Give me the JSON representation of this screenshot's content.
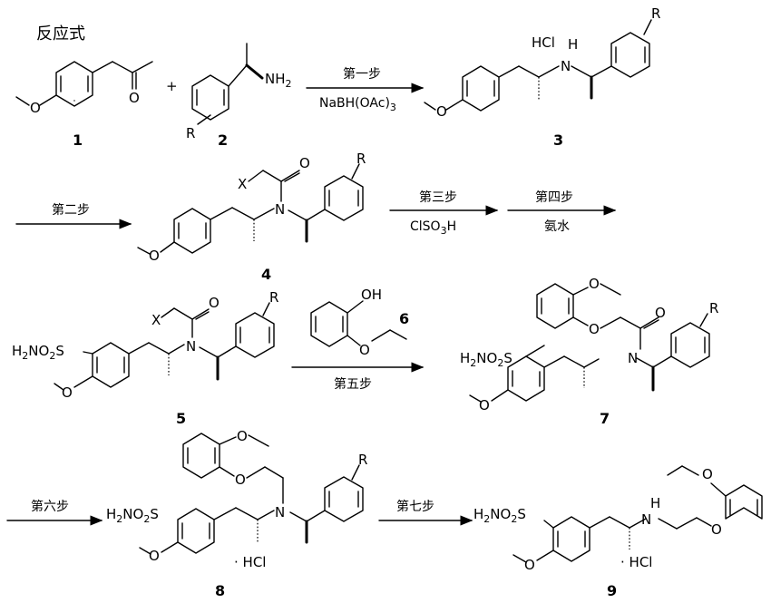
{
  "title": "反应式",
  "compounds": {
    "c1": {
      "number": "1"
    },
    "c2": {
      "number": "2",
      "label_R": "R",
      "label_NH2": "NH",
      "label_NH2_sub": "2"
    },
    "c3": {
      "number": "3",
      "label_HCl": "HCl",
      "label_NH": "H",
      "label_N": "N",
      "label_R": "R"
    },
    "c4": {
      "number": "4",
      "label_X": "X",
      "label_N": "N",
      "label_R": "R"
    },
    "c5": {
      "number": "5",
      "label_X": "X",
      "label_N": "N",
      "label_R": "R",
      "label_group": "H",
      "label_group_sub1": "2",
      "label_group_mid": "NO",
      "label_group_sub2": "2",
      "label_group_end": "S"
    },
    "c6": {
      "number": "6",
      "label_OH": "OH",
      "label_O": "O"
    },
    "c7": {
      "number": "7",
      "label_N": "N",
      "label_R": "R",
      "label_group": "H",
      "label_group_sub1": "2",
      "label_group_mid": "NO",
      "label_group_sub2": "2",
      "label_group_end": "S"
    },
    "c8": {
      "number": "8",
      "label_N": "N",
      "label_R": "R",
      "label_HCl": "· HCl",
      "label_group": "H",
      "label_group_sub1": "2",
      "label_group_mid": "NO",
      "label_group_sub2": "2",
      "label_group_end": "S"
    },
    "c9": {
      "number": "9",
      "label_N": "N",
      "label_NH": "H",
      "label_HCl": "·  HCl",
      "label_group": "H",
      "label_group_sub1": "2",
      "label_group_mid": "NO",
      "label_group_sub2": "2",
      "label_group_end": "S"
    }
  },
  "oxygen": "O",
  "plus": "+",
  "steps": {
    "s1": {
      "label": "第一步",
      "reagent": "NaBH(OAc)",
      "reagent_sub": "3"
    },
    "s2": {
      "label": "第二步"
    },
    "s3": {
      "label": "第三步",
      "reagent": "ClSO",
      "reagent_sub": "3",
      "reagent_end": "H"
    },
    "s4": {
      "label": "第四步",
      "reagent": "氨水"
    },
    "s5": {
      "label": "第五步"
    },
    "s6": {
      "label": "第六步"
    },
    "s7": {
      "label": "第七步"
    }
  }
}
